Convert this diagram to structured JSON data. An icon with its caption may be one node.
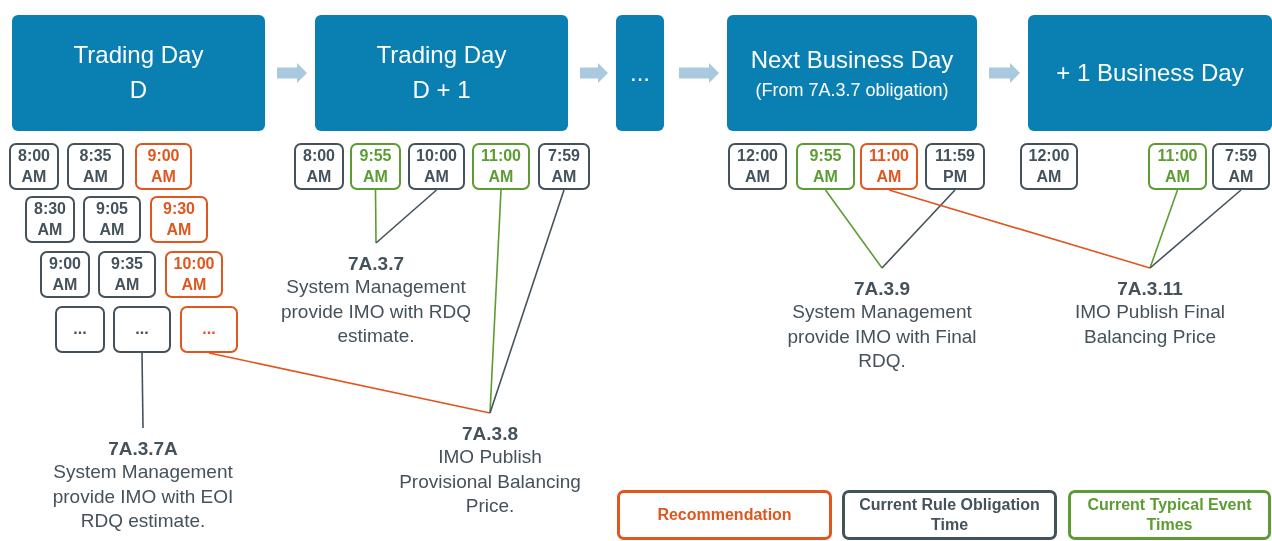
{
  "diagram": {
    "nodes": [
      {
        "text": [
          "Trading Day D"
        ]
      },
      {
        "text": [
          "Trading Day D + 1"
        ]
      },
      {
        "text": [
          "..."
        ]
      },
      {
        "text": [
          "Next Business Day",
          "(From 7A.3.7 obligation)"
        ]
      },
      {
        "text": [
          "+ 1 Business Day"
        ]
      },
      {
        "text": [
          "8:00 AM"
        ]
      },
      {
        "text": [
          "8:35 AM"
        ]
      },
      {
        "text": [
          "9:00 AM"
        ]
      },
      {
        "text": [
          "8:30 AM"
        ]
      },
      {
        "text": [
          "9:05 AM"
        ]
      },
      {
        "text": [
          "9:30 AM"
        ]
      },
      {
        "text": [
          "9:00 AM"
        ]
      },
      {
        "text": [
          "9:35 AM"
        ]
      },
      {
        "text": [
          "10:00 AM"
        ]
      },
      {
        "text": [
          "..."
        ]
      },
      {
        "text": [
          "..."
        ]
      },
      {
        "text": [
          "..."
        ]
      },
      {
        "text": [
          "8:00 AM"
        ]
      },
      {
        "text": [
          "9:55 AM"
        ]
      },
      {
        "text": [
          "10:00 AM"
        ]
      },
      {
        "text": [
          "11:00 AM"
        ]
      },
      {
        "text": [
          "7:59 AM"
        ]
      },
      {
        "text": [
          "12:00 AM"
        ]
      },
      {
        "text": [
          "9:55 AM"
        ]
      },
      {
        "text": [
          "11:00 AM"
        ]
      },
      {
        "text": [
          "11:59 PM"
        ]
      },
      {
        "text": [
          "12:00 AM"
        ]
      },
      {
        "text": [
          "11:00 AM"
        ]
      },
      {
        "text": [
          "7:59 AM"
        ]
      },
      {
        "text": [
          "7A.3.7",
          "System Management provide IMO with RDQ estimate."
        ]
      },
      {
        "text": [
          "7A.3.9",
          "System Management provide IMO with Final RDQ."
        ]
      },
      {
        "text": [
          "7A.3.11",
          "IMO Publish Final Balancing Price"
        ]
      },
      {
        "text": [
          "7A.3.8",
          "IMO Publish Provisional Balancing Price."
        ]
      },
      {
        "text": [
          "7A.3.7A",
          "System Management provide IMO with EOI RDQ estimate."
        ]
      }
    ],
    "edges": [
      {
        "from": 0,
        "to": 1,
        "arrow": "to",
        "style": "thick",
        "color": "#a9c9de"
      },
      {
        "from": 1,
        "to": 2,
        "arrow": "to",
        "style": "thick",
        "color": "#a9c9de"
      },
      {
        "from": 2,
        "to": 3,
        "arrow": "to",
        "style": "thick",
        "color": "#a9c9de"
      },
      {
        "from": 3,
        "to": 4,
        "arrow": "to",
        "style": "thick",
        "color": "#a9c9de"
      },
      {
        "from": 18,
        "to": 29,
        "arrow": "none",
        "color": "#5c9c32"
      },
      {
        "from": 19,
        "to": 29,
        "arrow": "none"
      },
      {
        "from": 23,
        "to": 30,
        "arrow": "none",
        "color": "#5c9c32"
      },
      {
        "from": 25,
        "to": 30,
        "arrow": "none"
      },
      {
        "from": 24,
        "to": 31,
        "arrow": "none",
        "color": "#e0561f"
      },
      {
        "from": 27,
        "to": 31,
        "arrow": "none",
        "color": "#5c9c32"
      },
      {
        "from": 28,
        "to": 31,
        "arrow": "none"
      },
      {
        "from": 16,
        "to": 32,
        "arrow": "none",
        "color": "#e0561f"
      },
      {
        "from": 20,
        "to": 32,
        "arrow": "none",
        "color": "#5c9c32"
      },
      {
        "from": 21,
        "to": 32,
        "arrow": "none"
      },
      {
        "from": 15,
        "to": 33,
        "arrow": "none"
      }
    ],
    "legend": [
      {
        "text": "Recommendation",
        "color": "#e0561f"
      },
      {
        "text": "Current Rule Obligation Time",
        "color": "#44525c"
      },
      {
        "text": "Current Typical Event Times",
        "color": "#5c9c32"
      }
    ]
  }
}
